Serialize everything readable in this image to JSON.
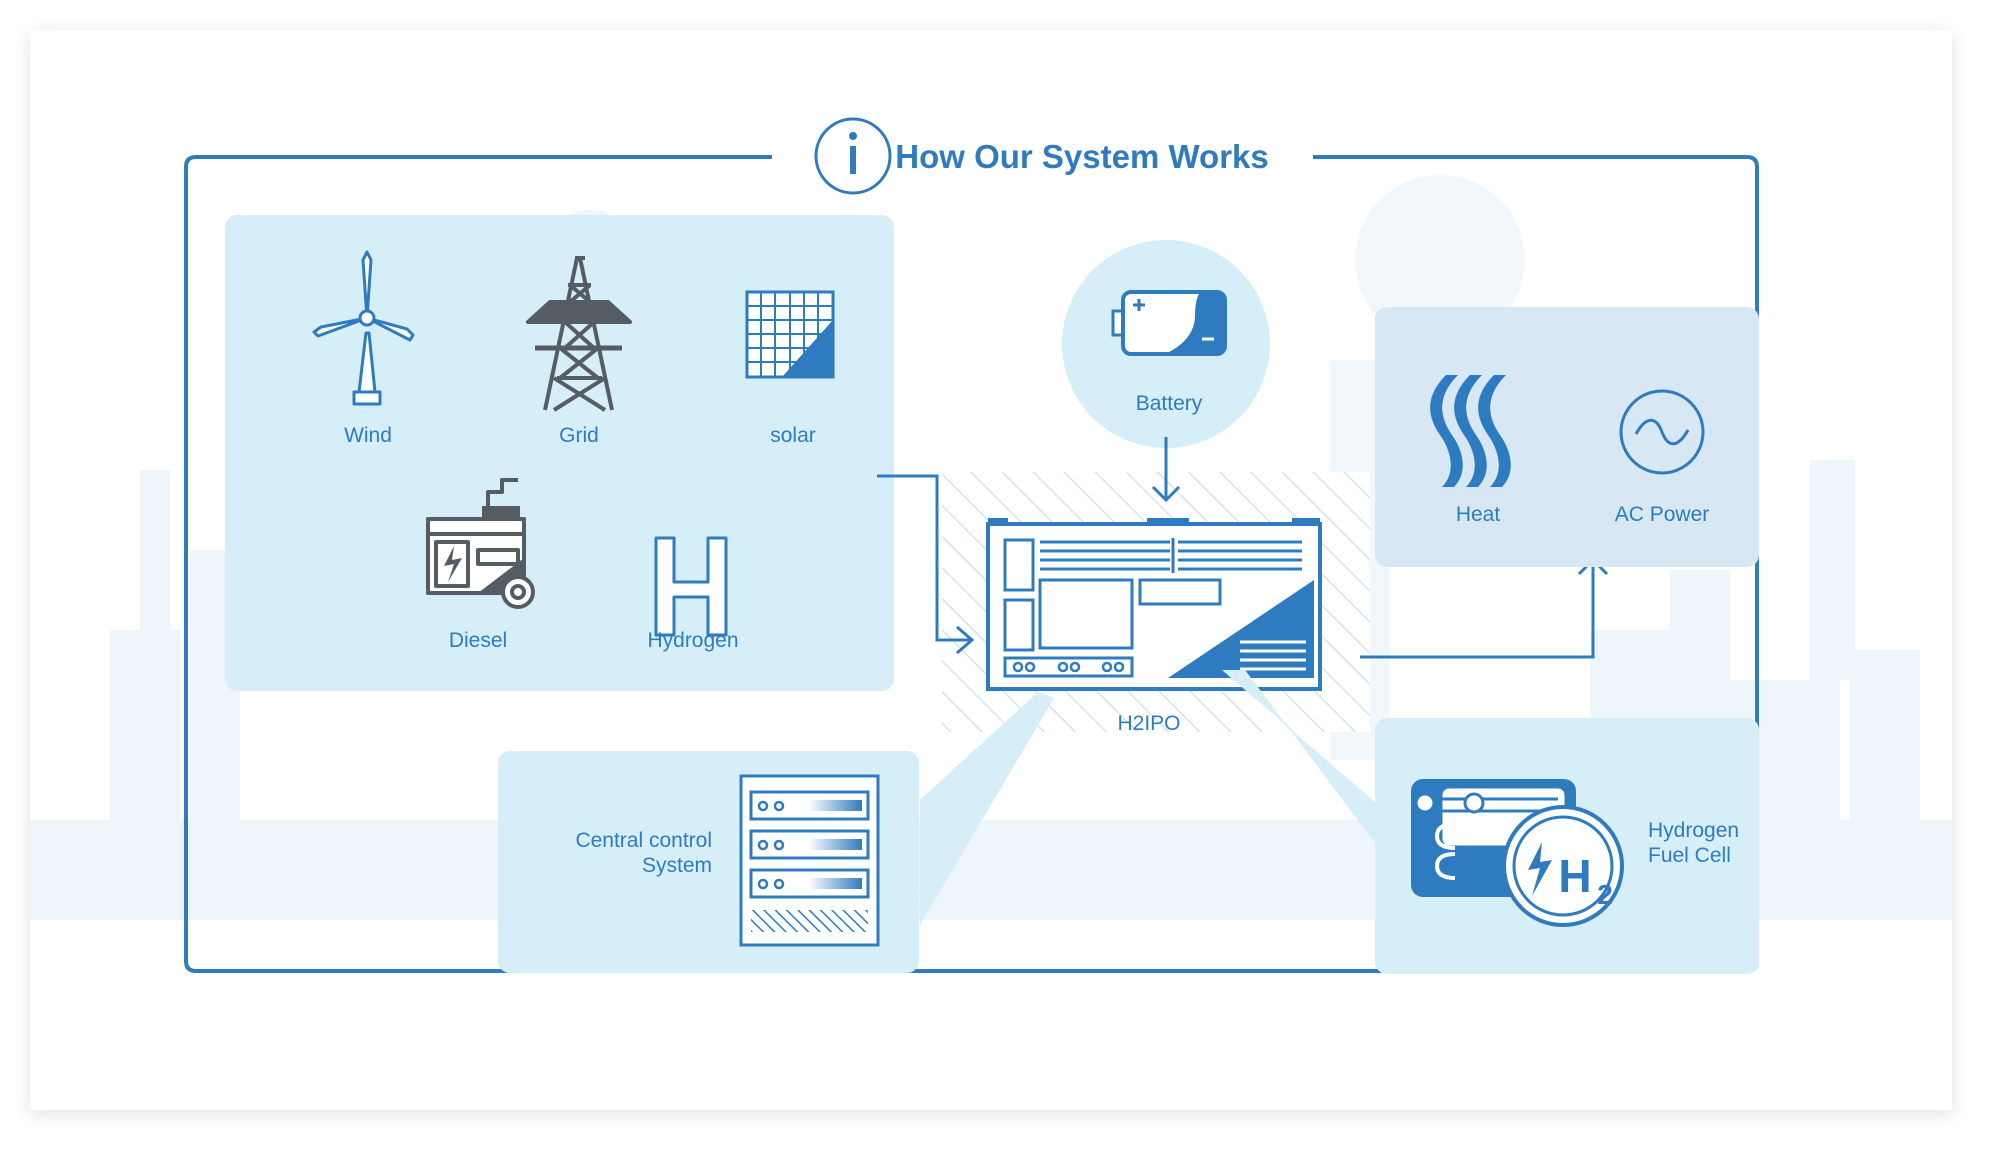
{
  "title": "How Our System Works",
  "colors": {
    "accent": "#2f7bbf",
    "panel_light": "#d5eef8",
    "panel_output": "#d7e7f3",
    "icon_gray": "#555c63"
  },
  "sources": {
    "wind": "Wind",
    "grid": "Grid",
    "solar": "solar",
    "diesel": "Diesel",
    "hydrogen": "Hydrogen"
  },
  "battery": "Battery",
  "unit": "H2IPO",
  "outputs": {
    "heat": "Heat",
    "ac_power": "AC Power"
  },
  "control": {
    "line1": "Central control",
    "line2": "System"
  },
  "fuel_cell": {
    "line1": "Hydrogen",
    "line2": "Fuel Cell",
    "icon_text": "H",
    "icon_sub": "2"
  },
  "icons": [
    "info-icon",
    "wind-turbine-icon",
    "grid-tower-icon",
    "solar-panel-icon",
    "diesel-generator-icon",
    "hydrogen-icon",
    "battery-icon",
    "heat-icon",
    "ac-power-icon",
    "server-rack-icon",
    "fuel-cell-icon"
  ]
}
